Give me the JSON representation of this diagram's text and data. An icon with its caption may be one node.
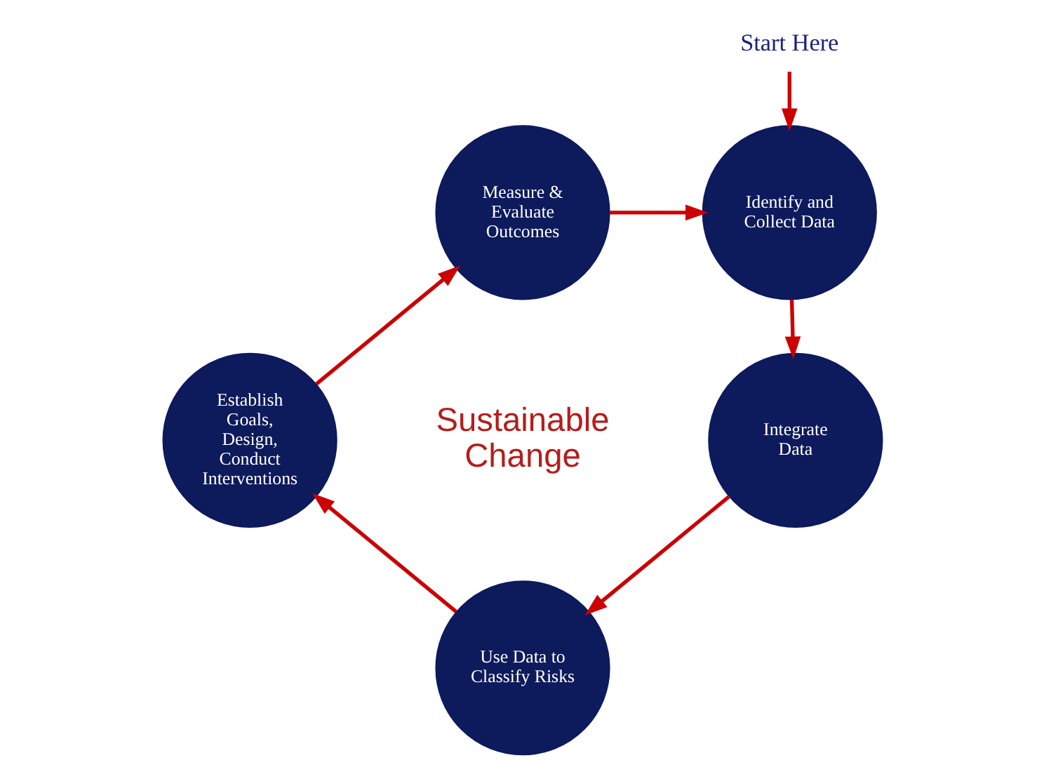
{
  "diagram": {
    "nodes": [
      {
        "text": [
          "Start Here"
        ]
      },
      {
        "text": [
          "Identify and Collect Data"
        ]
      },
      {
        "text": [
          "Integrate Data"
        ]
      },
      {
        "text": [
          "Use Data to Classify Risks"
        ]
      },
      {
        "text": [
          "Establish Goals, Design, Conduct Interventions"
        ]
      },
      {
        "text": [
          "Measure & Evaluate Outcomes"
        ]
      }
    ],
    "edges": [
      {
        "from": 0,
        "to": 1,
        "arrow": "to"
      },
      {
        "from": 1,
        "to": 2,
        "arrow": "to"
      },
      {
        "from": 2,
        "to": 3,
        "arrow": "to"
      },
      {
        "from": 3,
        "to": 4,
        "arrow": "to"
      },
      {
        "from": 4,
        "to": 5,
        "arrow": "to"
      },
      {
        "from": 5,
        "to": 1,
        "arrow": "to"
      }
    ],
    "labels": [
      "Sustainable Change"
    ]
  }
}
